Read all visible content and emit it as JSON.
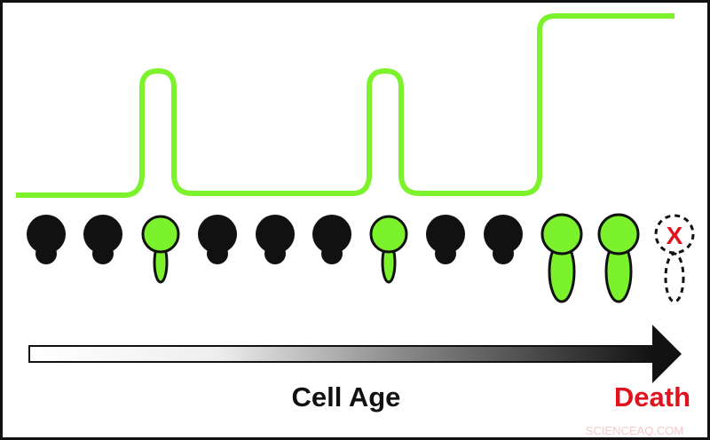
{
  "labels": {
    "axis": "Cell Age",
    "end": "Death",
    "dead_mark": "X",
    "watermark": "SCIENCEAQ.COM"
  },
  "colors": {
    "green": "#7cf22c",
    "black": "#111111",
    "red": "#e0141e"
  },
  "cells": [
    "black",
    "black",
    "green-small",
    "black",
    "black",
    "black",
    "green-small",
    "black",
    "black",
    "green-large",
    "green-large",
    "dead"
  ]
}
